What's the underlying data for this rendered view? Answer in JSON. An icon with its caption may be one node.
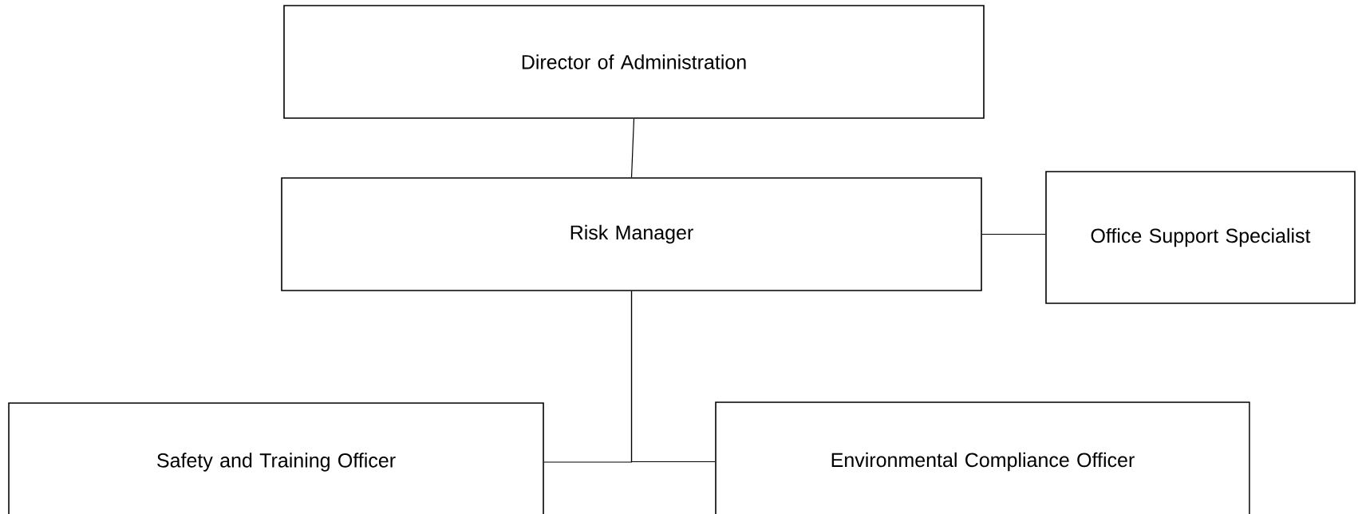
{
  "diagram": {
    "nodes": [
      {
        "text": [
          "Director of Administration"
        ]
      },
      {
        "text": [
          "Risk Manager"
        ]
      },
      {
        "text": [
          "Office Support Specialist"
        ]
      },
      {
        "text": [
          "Safety and Training Officer"
        ]
      },
      {
        "text": [
          "Environmental Compliance Officer"
        ]
      }
    ],
    "edges": [
      {
        "from": 0,
        "to": 1,
        "arrow": "none"
      },
      {
        "from": 1,
        "to": 2,
        "arrow": "none"
      },
      {
        "from": 1,
        "to": 3,
        "arrow": "none"
      },
      {
        "from": 1,
        "to": 4,
        "arrow": "none"
      }
    ]
  }
}
